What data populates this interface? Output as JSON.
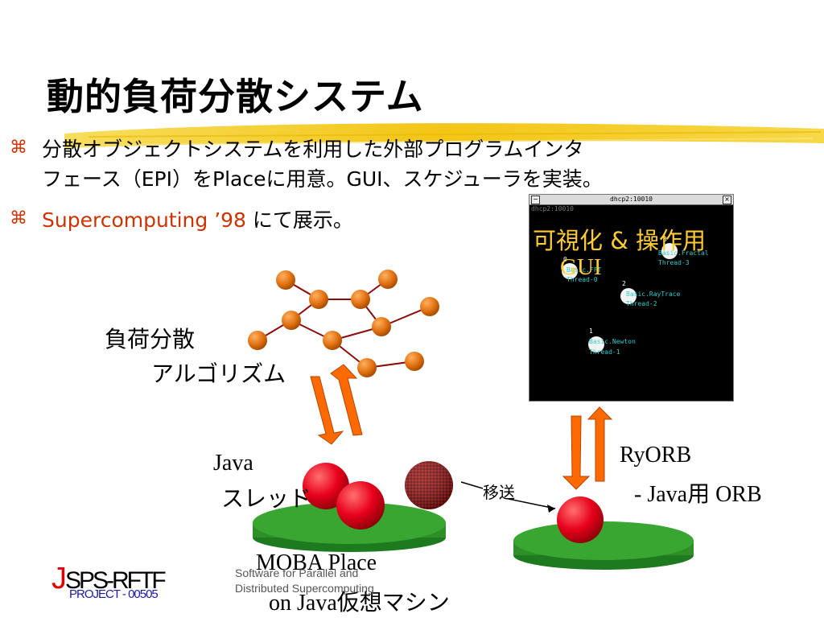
{
  "slide": {
    "title": "動的負荷分散システム",
    "bullets": [
      {
        "icon": "command-key-icon",
        "line1": "分散オブジェクトシステムを利用した外部プログラムインタ",
        "line2": "フェース（EPI）をPlaceに用意。GUI、スケジューラを実装。"
      },
      {
        "icon": "command-key-icon",
        "highlight": "Supercomputing ’98",
        "rest": " にて展示。"
      }
    ],
    "labels": {
      "load_balance_line1": "負荷分散",
      "load_balance_line2": "アルゴリズム",
      "java_line1": "Java",
      "java_line2": "スレッド",
      "migrate": "移送",
      "ryorb_line1": "RyORB",
      "ryorb_line2": "- Java用 ORB",
      "moba_line1": "MOBA Place",
      "moba_line2": "on Java仮想マシン"
    },
    "gui_window": {
      "title": "dhcp2:10010",
      "subtitle": "dhcp2:10010",
      "overlay_line1": "可視化 & 操作用",
      "overlay_line2": "GUI",
      "nodes": [
        {
          "num": "0",
          "name": "Basic.FFT",
          "thread": "Thread-0"
        },
        {
          "num": "3",
          "name": "Basic.Fractal",
          "thread": "Thread-3"
        },
        {
          "num": "2",
          "name": "Basic.RayTrace",
          "thread": "Thread-2"
        },
        {
          "num": "1",
          "name": "Basic.Newton",
          "thread": "Thread-1"
        }
      ]
    },
    "footer": {
      "logo_j": "J",
      "logo_main": "SPS-RFTF",
      "logo_sub": "PROJECT - 00505",
      "tagline_line1": "Software for Parallel and",
      "tagline_line2": "Distributed Supercomputing"
    },
    "colors": {
      "bullet_highlight": "#cc3300",
      "highlighter": "#f2c20a",
      "node_orange": "#e07010",
      "arrow_orange": "#ff6a00",
      "platform_green": "#3aa632",
      "ball_red": "#e8001c",
      "ball_dark": "#8a1010",
      "gui_overlay": "#ffcc33"
    }
  }
}
